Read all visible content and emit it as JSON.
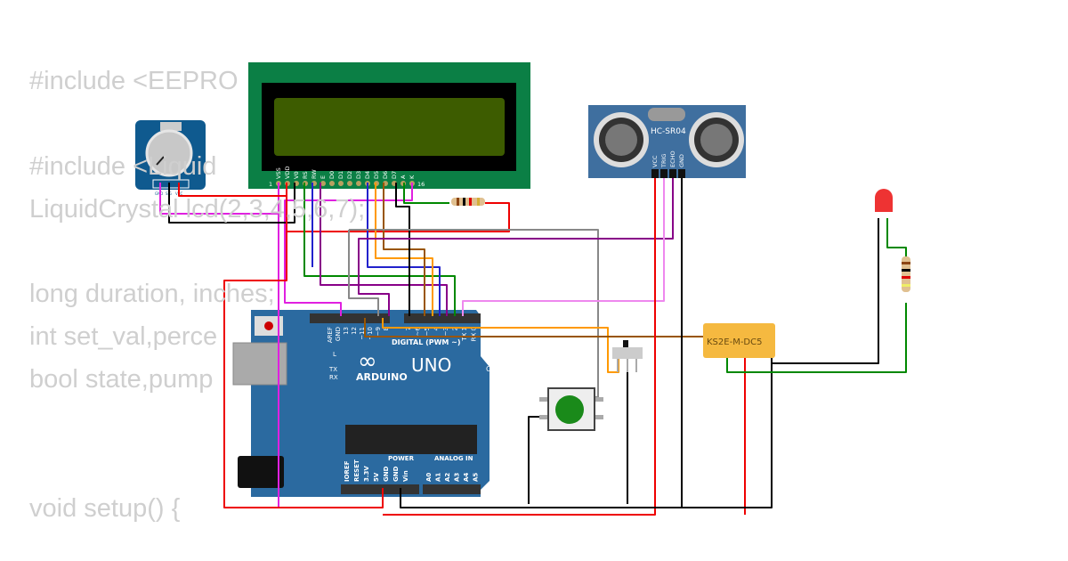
{
  "code_lines": [
    "#include <EEPRO",
    "#include <Liquid",
    "LiquidCrystal lcd(2,3,4,5,6,7);",
    "long duration, inches;",
    "int set_val,perce",
    "bool state,pump",
    "void setup() {"
  ],
  "lcd": {
    "pins": [
      "VSS",
      "VDD",
      "V0",
      "RS",
      "RW",
      "E",
      "D0",
      "D1",
      "D2",
      "D3",
      "D4",
      "D5",
      "D6",
      "D7",
      "A",
      "K"
    ],
    "first": "1",
    "last": "16"
  },
  "pot": {
    "pins": [
      "GND",
      "SIG",
      "VCC"
    ]
  },
  "sensor": {
    "label": "HC-SR04",
    "pins": [
      "VCC",
      "TRIG",
      "ECHO",
      "GND"
    ]
  },
  "arduino": {
    "brand": "ARDUINO",
    "model": "UNO",
    "digital": "DIGITAL (PWM ~)",
    "power": "POWER",
    "analog": "ANALOG IN",
    "on": "ON",
    "l": "L",
    "tx": "TX",
    "rx": "RX",
    "top_pins": [
      "AREF",
      "GND",
      "13",
      "12",
      "~11",
      "~10",
      "~9",
      "8",
      "7",
      "~6",
      "~5",
      "4",
      "~3",
      "2",
      "TX 1",
      "RX 0"
    ],
    "power_pins": [
      "IOREF",
      "RESET",
      "3.3V",
      "5V",
      "GND",
      "GND",
      "Vin"
    ],
    "analog_pins": [
      "A0",
      "A1",
      "A2",
      "A3",
      "A4",
      "A5"
    ]
  },
  "relay": {
    "label": "KS2E-M-DC5"
  },
  "colors": {
    "lcd_board": "#0b7f45",
    "lcd_screen": "#3d5c00",
    "arduino": "#2b6aa0",
    "sensor": "#3f6f9f",
    "relay": "#f5b940",
    "button": "#1a8a1a"
  }
}
